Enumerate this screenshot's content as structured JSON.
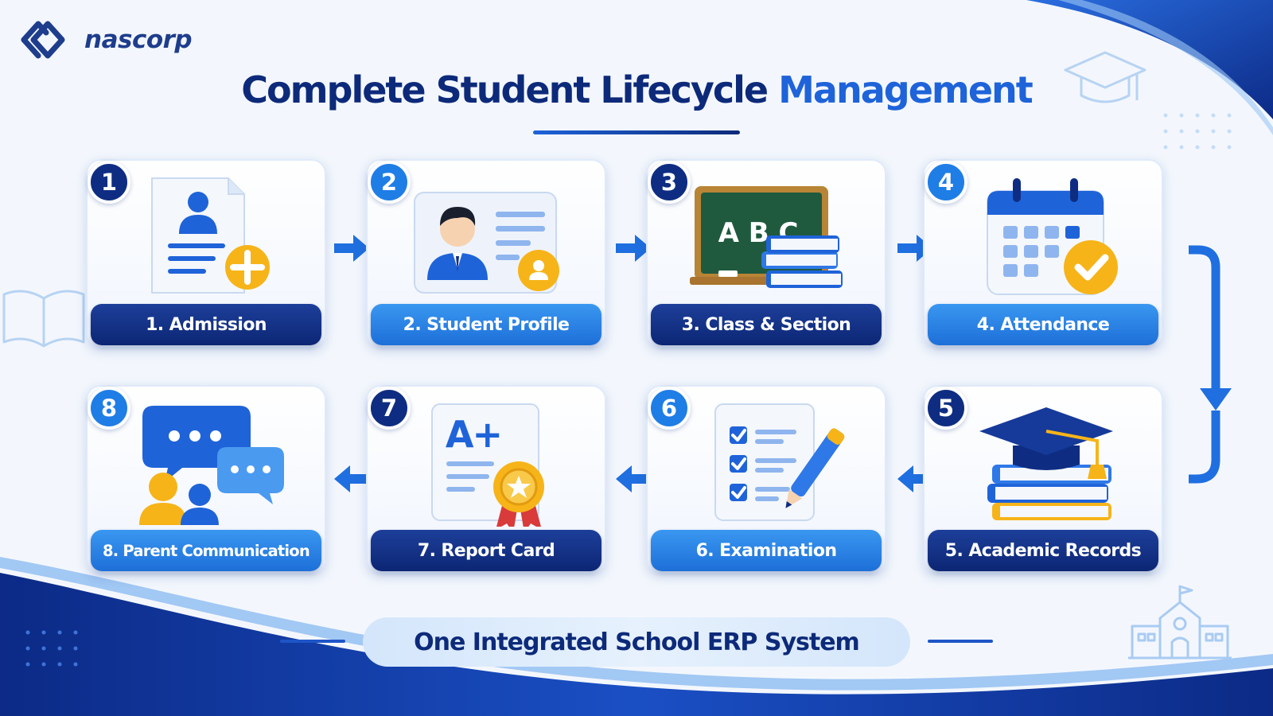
{
  "brand": {
    "name": "nascorp"
  },
  "title": {
    "part1": "Complete Student Lifecycle",
    "part2": "Management"
  },
  "steps": [
    {
      "number": "1",
      "label": "1. Admission",
      "icon": "admission-form-icon"
    },
    {
      "number": "2",
      "label": "2. Student Profile",
      "icon": "student-profile-card-icon"
    },
    {
      "number": "3",
      "label": "3. Class & Section",
      "icon": "chalkboard-books-icon"
    },
    {
      "number": "4",
      "label": "4. Attendance",
      "icon": "calendar-check-icon"
    },
    {
      "number": "5",
      "label": "5. Academic Records",
      "icon": "graduation-cap-books-icon"
    },
    {
      "number": "6",
      "label": "6. Examination",
      "icon": "checklist-pen-icon"
    },
    {
      "number": "7",
      "label": "7. Report Card",
      "icon": "report-card-award-icon"
    },
    {
      "number": "8",
      "label": "8. Parent Communication",
      "icon": "parent-chat-icon"
    }
  ],
  "board_letters": "A B C",
  "report_grade": "A+",
  "footer": "One Integrated School ERP System",
  "colors": {
    "navy": "#0e2d82",
    "blue": "#1f7de6",
    "gold": "#f5b418",
    "title_highlight": "#1e63d9"
  }
}
